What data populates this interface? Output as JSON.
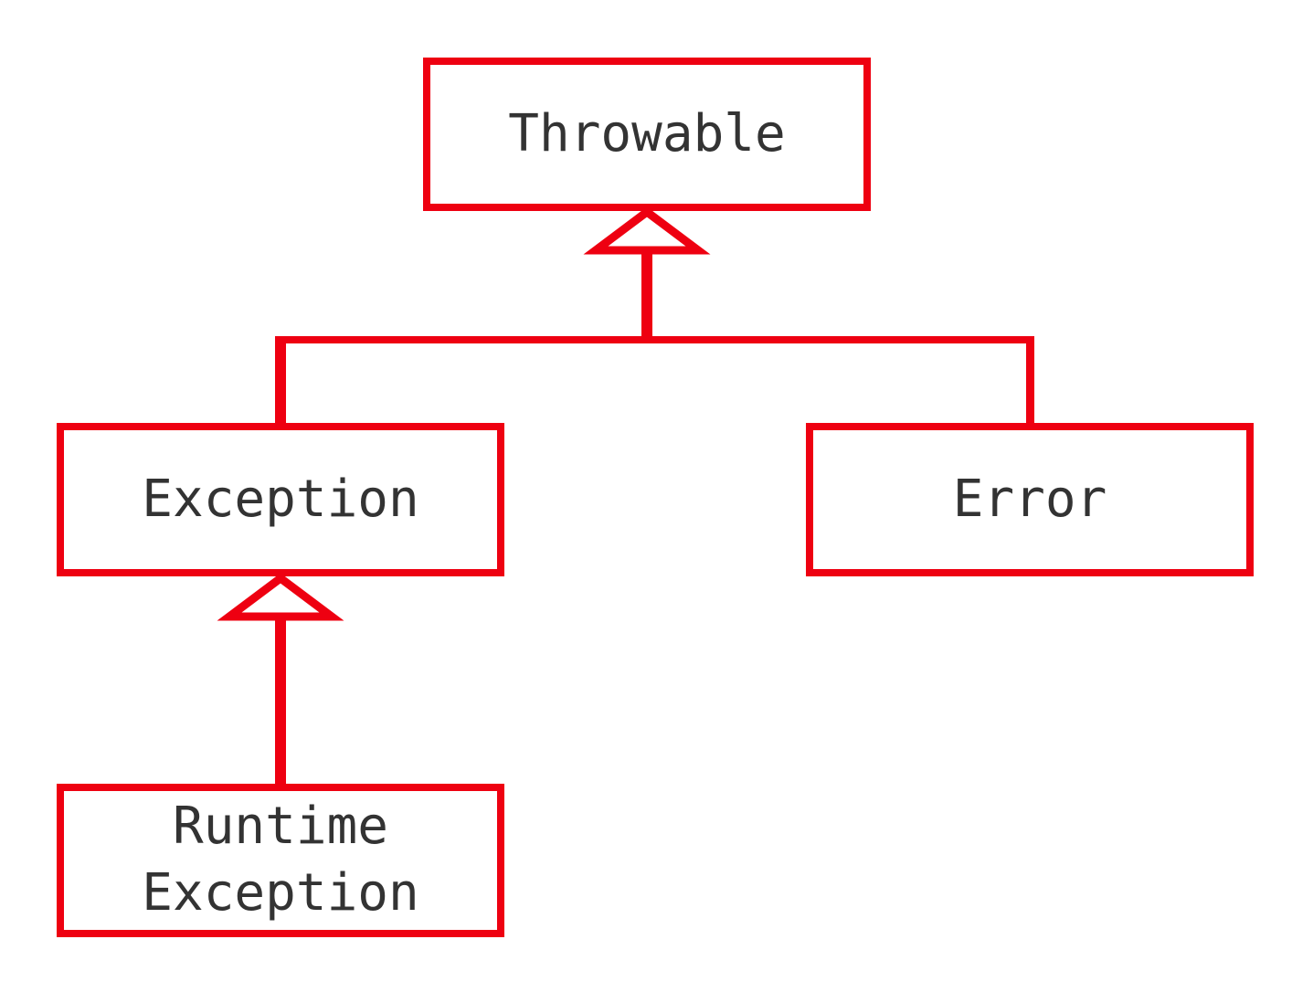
{
  "diagram": {
    "type": "class-inheritance-hierarchy",
    "colors": {
      "line": "#ee0011",
      "text": "#333333",
      "node_fill": "#ffffff",
      "canvas": "#ffffff"
    },
    "nodes": {
      "throwable": {
        "label": "Throwable"
      },
      "exception": {
        "label": "Exception"
      },
      "error": {
        "label": "Error"
      },
      "runtime_exception": {
        "label": "Runtime\nException"
      }
    },
    "edges": [
      {
        "from": "Exception",
        "to": "Throwable",
        "type": "inheritance"
      },
      {
        "from": "Error",
        "to": "Throwable",
        "type": "inheritance"
      },
      {
        "from": "Runtime Exception",
        "to": "Exception",
        "type": "inheritance"
      }
    ]
  }
}
